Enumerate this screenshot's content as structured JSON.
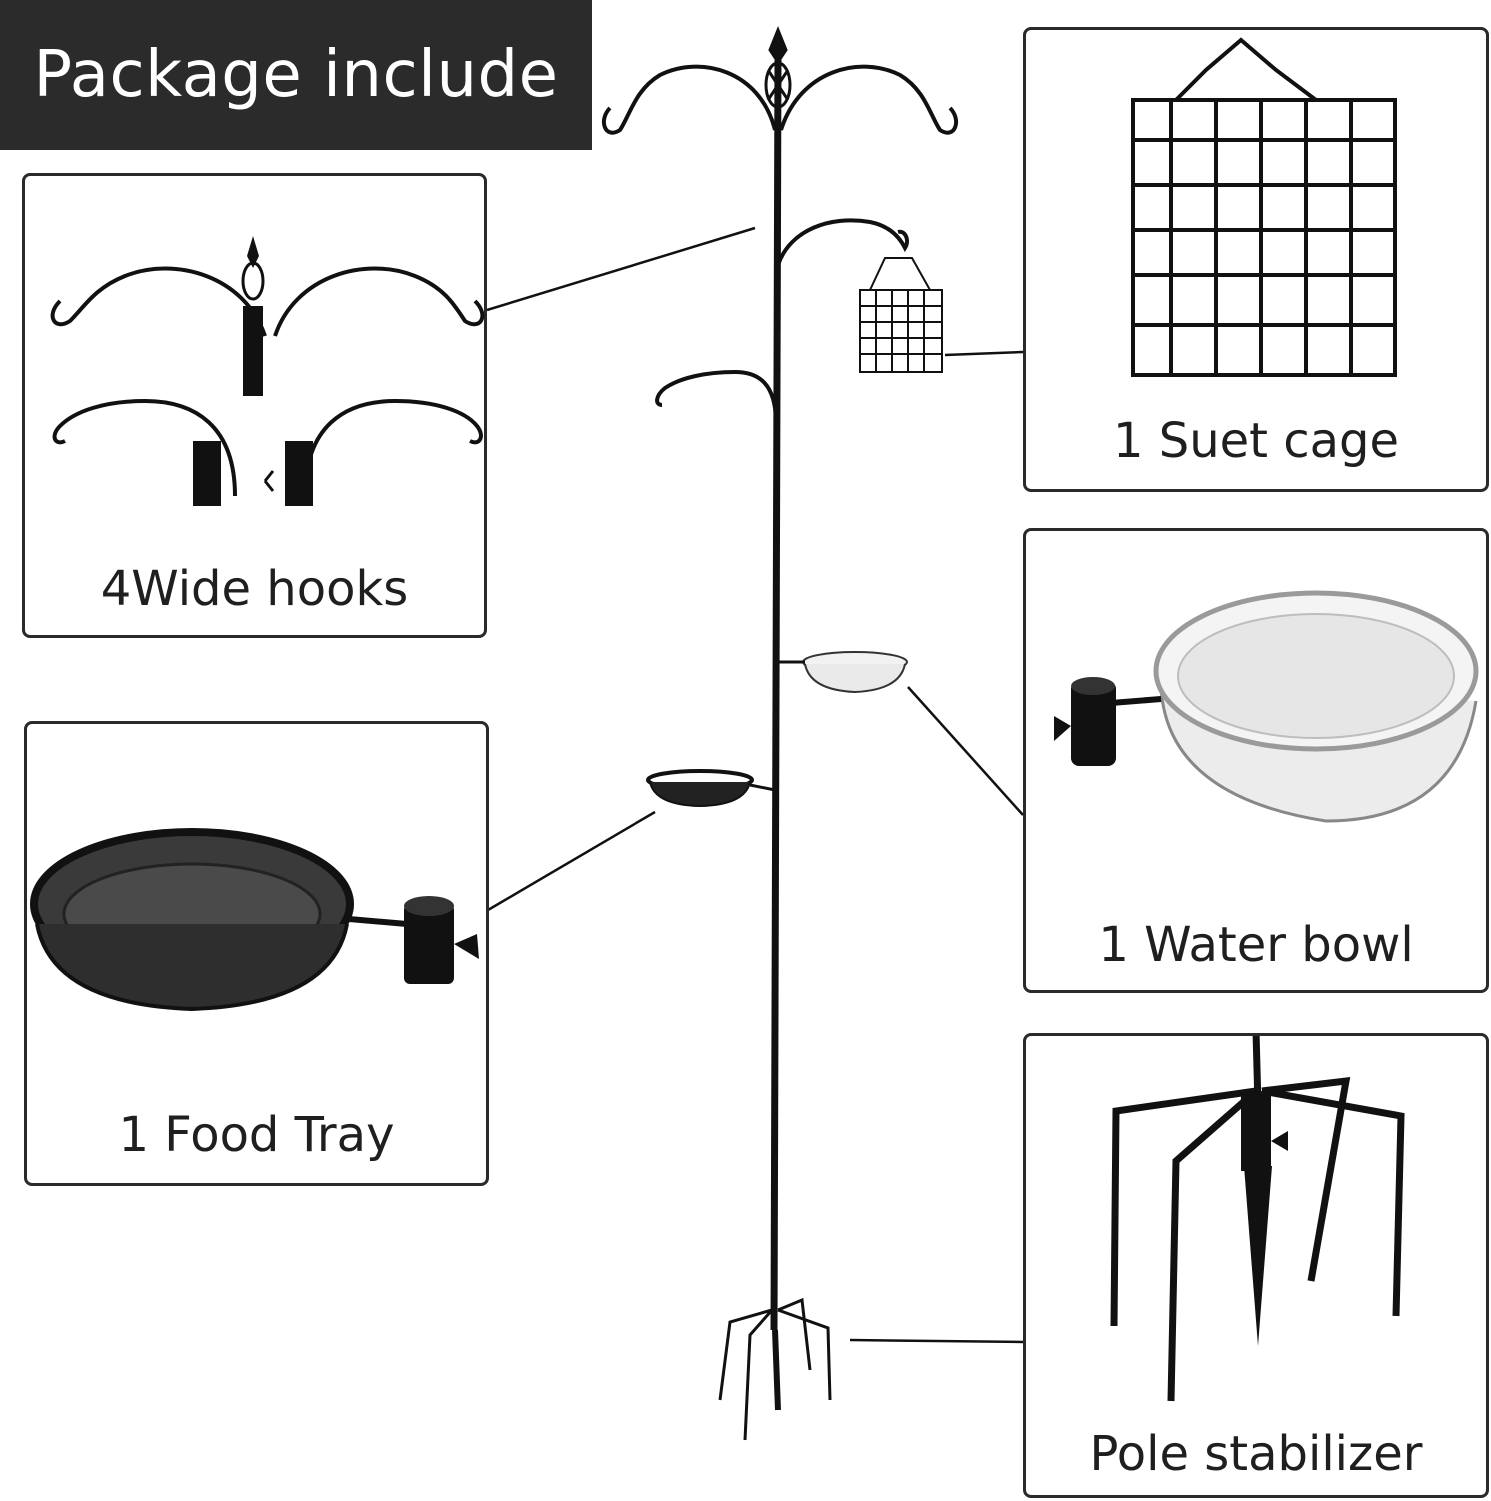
{
  "banner": {
    "title": "Package include"
  },
  "items": {
    "hooks": {
      "label": "4Wide hooks"
    },
    "suet_cage": {
      "label": "1 Suet cage"
    },
    "water_bowl": {
      "label": "1 Water bowl"
    },
    "food_tray": {
      "label": "1 Food Tray"
    },
    "stabilizer": {
      "label": "Pole stabilizer"
    }
  }
}
